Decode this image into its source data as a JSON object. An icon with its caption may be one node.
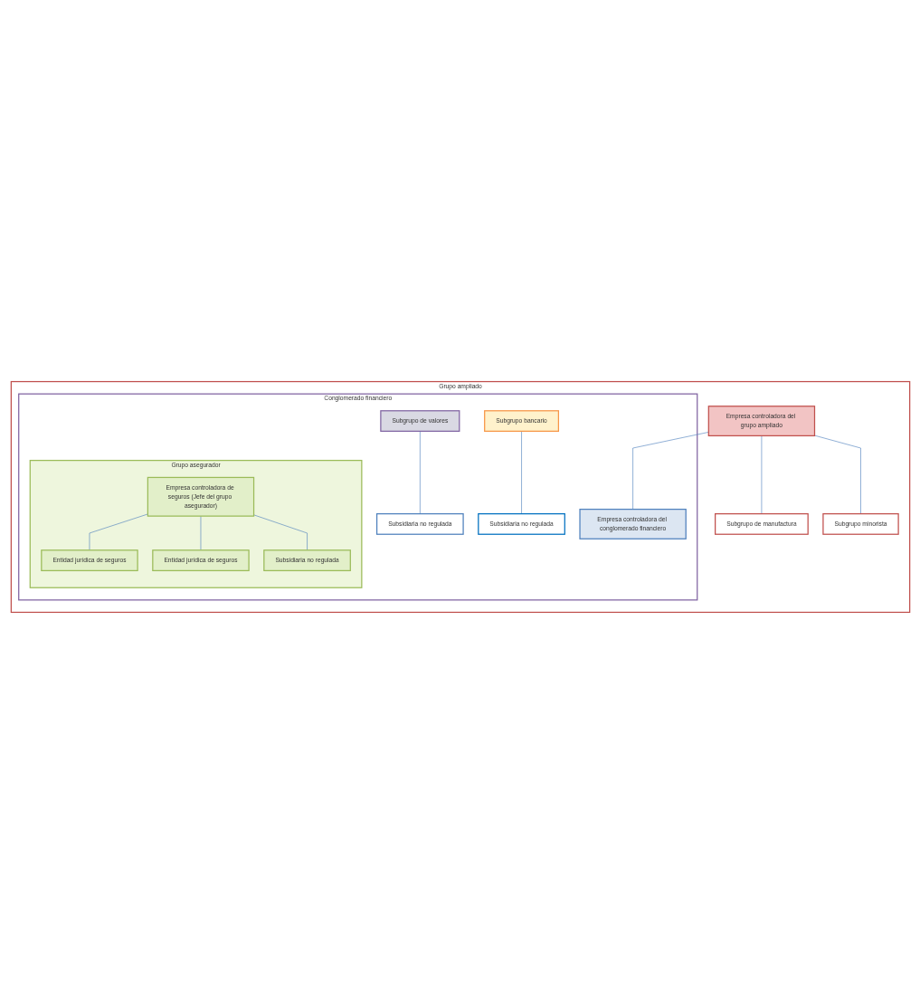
{
  "diagram": {
    "nodes": [
      {
        "text": [
          "Grupo ampliado"
        ]
      },
      {
        "text": [
          "Empresa controladora del grupo ampliado"
        ],
        "in": 0
      },
      {
        "text": [
          "Subgrupo de manufactura"
        ],
        "in": 0
      },
      {
        "text": [
          "Subgrupo minorista"
        ],
        "in": 0
      },
      {
        "text": [
          "Conglomerado financiero"
        ],
        "in": 0
      },
      {
        "text": [
          "Empresa controladora del conglomerado financiero"
        ],
        "in": 4
      },
      {
        "text": [
          "Subgrupo de valores"
        ],
        "in": 4
      },
      {
        "text": [
          "Subsidiaria no regulada"
        ],
        "in": 4
      },
      {
        "text": [
          "Subgrupo bancario"
        ],
        "in": 4
      },
      {
        "text": [
          "Subsidiaria no regulada"
        ],
        "in": 4
      },
      {
        "text": [
          "Grupo asegurador"
        ],
        "in": 4
      },
      {
        "text": [
          "Empresa controladora de seguros (Jefe del grupo asegurador)"
        ],
        "in": 10
      },
      {
        "text": [
          "Entidad jurídica de seguros"
        ],
        "in": 10
      },
      {
        "text": [
          "Entidad jurídica de seguros"
        ],
        "in": 10
      },
      {
        "text": [
          "Subsidiaria no regulada"
        ],
        "in": 10
      }
    ],
    "edges": [
      {
        "from": 1,
        "to": 2,
        "arrow": "none"
      },
      {
        "from": 1,
        "to": 3,
        "arrow": "none"
      },
      {
        "from": 1,
        "to": 5,
        "arrow": "none"
      },
      {
        "from": 6,
        "to": 7,
        "arrow": "none"
      },
      {
        "from": 8,
        "to": 9,
        "arrow": "none"
      },
      {
        "from": 11,
        "to": 12,
        "arrow": "none"
      },
      {
        "from": 11,
        "to": 13,
        "arrow": "none"
      },
      {
        "from": 11,
        "to": 14,
        "arrow": "none"
      }
    ]
  }
}
